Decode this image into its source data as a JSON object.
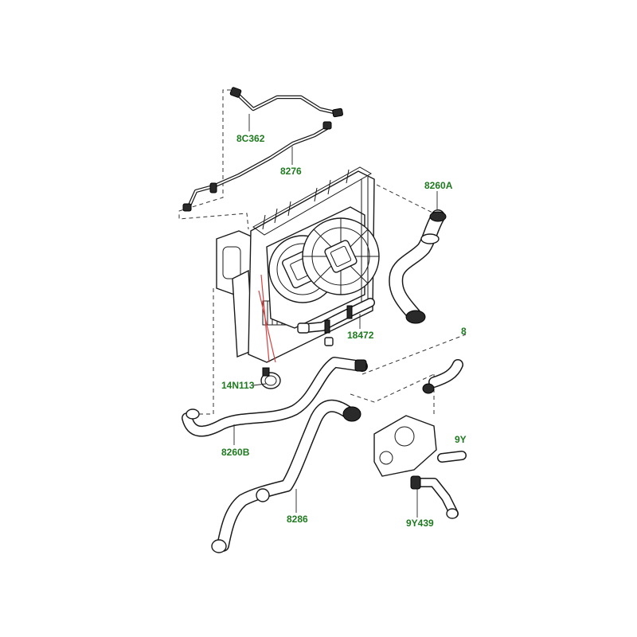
{
  "colors": {
    "label": "#1e7a1e",
    "line": "#1a1a1a",
    "red_guide": "#d84040"
  },
  "labels": {
    "p8c362": "8C362",
    "p8276": "8276",
    "p8260a": "8260A",
    "p18472": "18472",
    "p14n113": "14N113",
    "p8260b": "8260B",
    "p8286": "8286",
    "p9y439": "9Y439",
    "p9y_partial": "9Y",
    "p8_partial": "8"
  }
}
